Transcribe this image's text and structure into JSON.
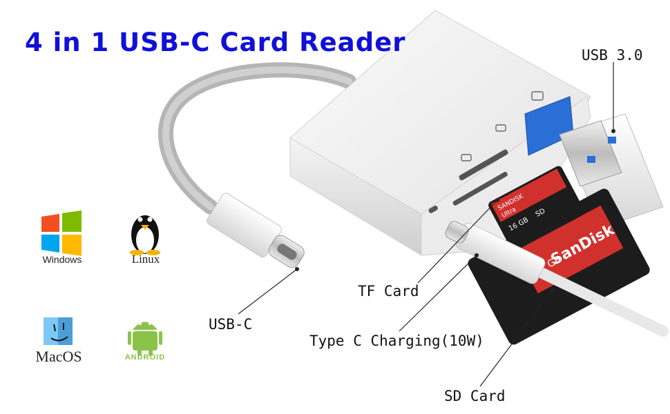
{
  "title": "4 in 1 USB-C Card Reader",
  "callouts": {
    "usb3": "USB 3.0",
    "usbc": "USB-C",
    "tf": "TF Card",
    "typec": "Type C Charging(10W)",
    "sd": "SD Card"
  },
  "os": {
    "windows": "Windows",
    "linux": "Linux",
    "macos": "MacOS",
    "android": "ANDROID"
  },
  "card_text": {
    "tf_brand": "SANDISK",
    "tf_line": "Ultra",
    "tf_size": "16 GB",
    "tf_sd": "SD",
    "sd_size": "32 GB",
    "sd_brand": "SanDisk"
  },
  "colors": {
    "title": "#1010d8",
    "windows_red": "#f25022",
    "windows_green": "#7fba00",
    "windows_blue": "#00a4ef",
    "windows_yellow": "#ffb900",
    "android_green": "#8bc34a",
    "usb_blue": "#2a6fd6",
    "card_red": "#d0312d"
  }
}
